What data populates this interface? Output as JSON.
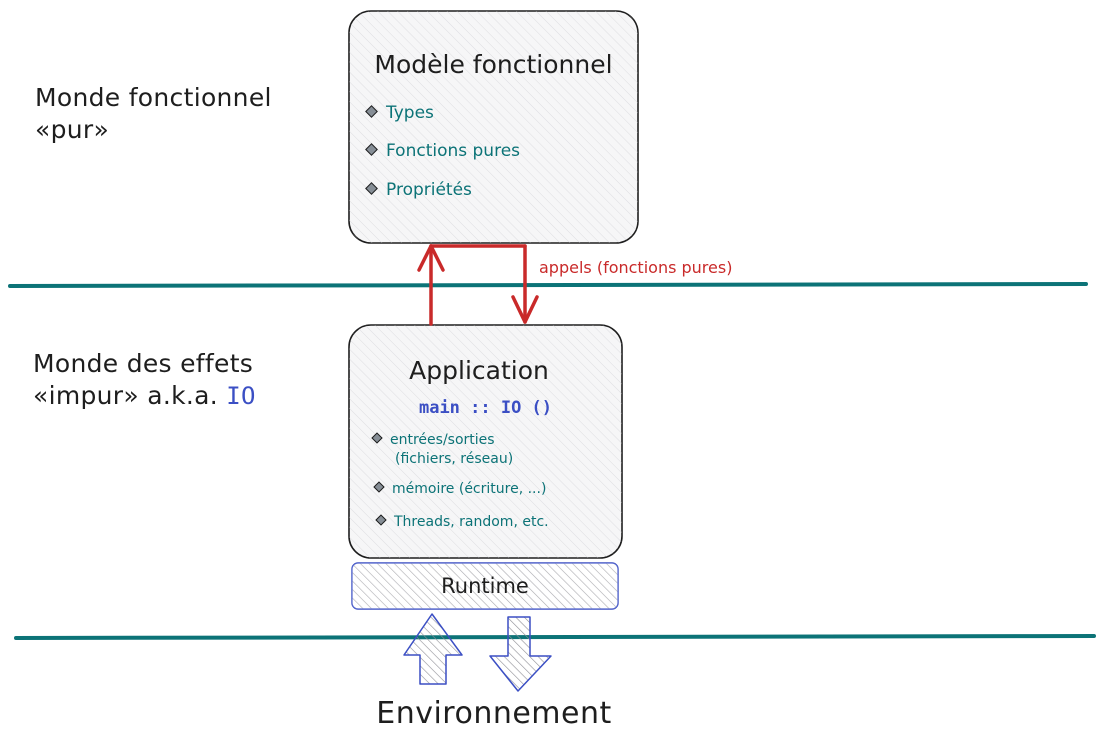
{
  "pure_world": {
    "line1": "Monde fonctionnel",
    "line2": "«pur»"
  },
  "effects_world": {
    "line1": "Monde des effets",
    "line2_prefix": "«impur» a.k.a.",
    "line2_io": "IO"
  },
  "model_box": {
    "title": "Modèle fonctionnel",
    "items": [
      "Types",
      "Fonctions pures",
      "Propriétés"
    ]
  },
  "app_box": {
    "title": "Application",
    "signature": "main :: IO ()",
    "items": [
      {
        "line1": "entrées/sorties",
        "line2": "(fichiers, réseau)"
      },
      {
        "line1": "mémoire (écriture, ...)"
      },
      {
        "line1": "Threads, random, etc."
      }
    ]
  },
  "calls_label": "appels (fonctions pures)",
  "runtime_label": "Runtime",
  "environment_label": "Environnement",
  "colors": {
    "boundary": "#0c7377",
    "arrow": "#c92a2a",
    "io_blue": "#3b4fc4",
    "item_teal": "#0c7377",
    "box_fill": "#f4f4f5"
  }
}
